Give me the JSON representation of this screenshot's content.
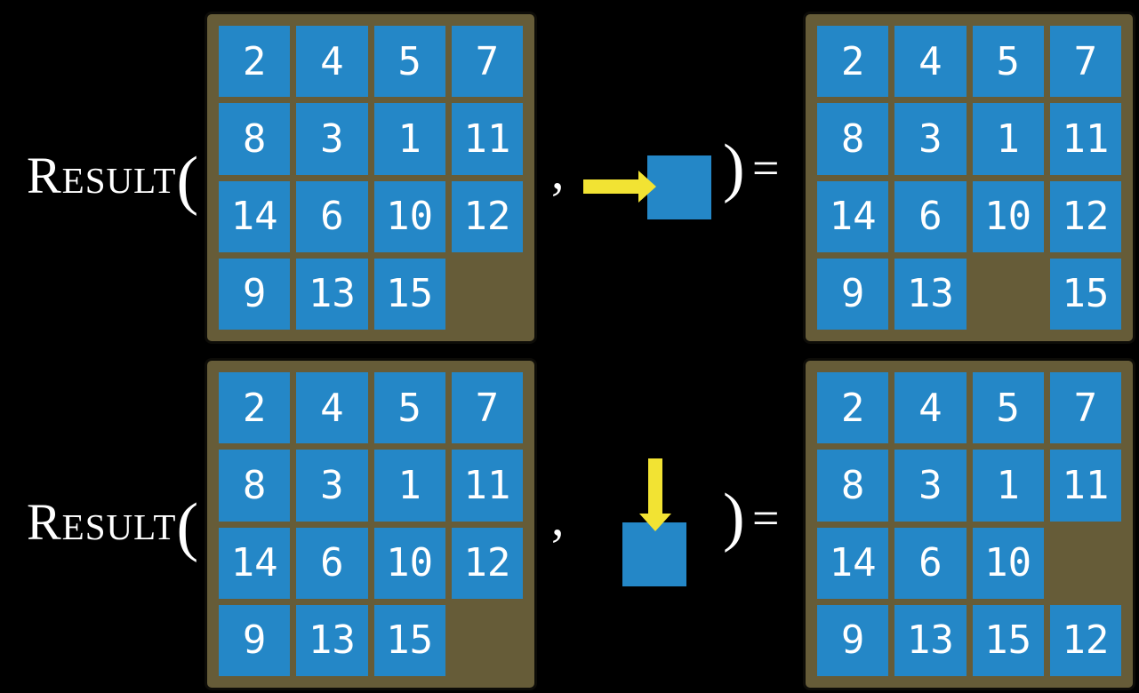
{
  "expression": {
    "function_name": "Result",
    "open_paren": "(",
    "comma": ",",
    "close_paren": ")",
    "equals": "="
  },
  "rows": [
    {
      "name": "move-right-example",
      "move_direction": "right",
      "arrow_icon": "arrow-right-icon",
      "action_tile_icon": "moving-tile",
      "start_grid": [
        [
          "2",
          "4",
          "5",
          "7"
        ],
        [
          "8",
          "3",
          "1",
          "11"
        ],
        [
          "14",
          "6",
          "10",
          "12"
        ],
        [
          "9",
          "13",
          "15",
          ""
        ]
      ],
      "result_grid": [
        [
          "2",
          "4",
          "5",
          "7"
        ],
        [
          "8",
          "3",
          "1",
          "11"
        ],
        [
          "14",
          "6",
          "10",
          "12"
        ],
        [
          "9",
          "13",
          "",
          "15"
        ]
      ]
    },
    {
      "name": "move-down-example",
      "move_direction": "down",
      "arrow_icon": "arrow-down-icon",
      "action_tile_icon": "moving-tile",
      "start_grid": [
        [
          "2",
          "4",
          "5",
          "7"
        ],
        [
          "8",
          "3",
          "1",
          "11"
        ],
        [
          "14",
          "6",
          "10",
          "12"
        ],
        [
          "9",
          "13",
          "15",
          ""
        ]
      ],
      "result_grid": [
        [
          "2",
          "4",
          "5",
          "7"
        ],
        [
          "8",
          "3",
          "1",
          "11"
        ],
        [
          "14",
          "6",
          "10",
          ""
        ],
        [
          "9",
          "13",
          "15",
          "12"
        ]
      ]
    }
  ],
  "colors": {
    "background": "#000000",
    "tile_blue": "#2487C7",
    "frame_brown": "#665C38",
    "arrow_yellow": "#F2E333",
    "text_white": "#FFFFFF"
  }
}
